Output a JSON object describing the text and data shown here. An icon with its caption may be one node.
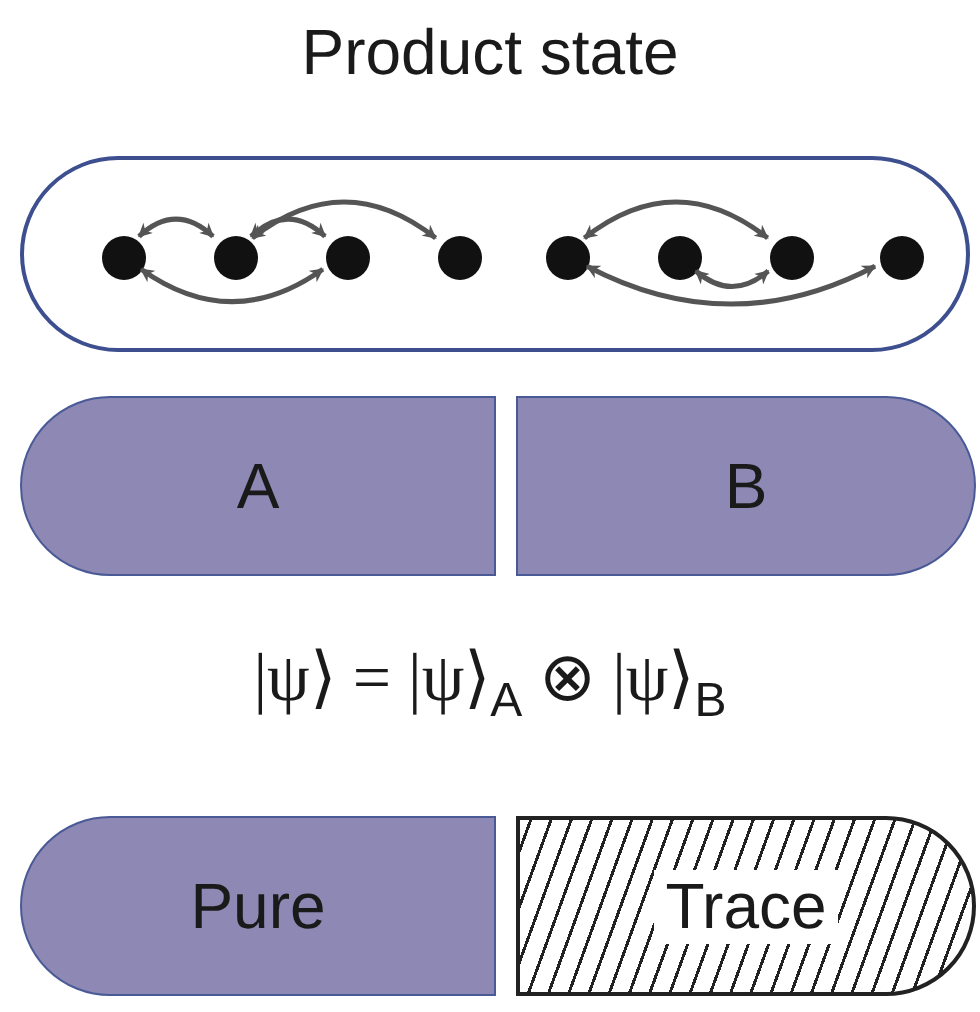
{
  "diagram": {
    "title": "Product state",
    "nodes": [
      {
        "text": [],
        "shape": "box"
      },
      {
        "text": [],
        "shape": "circle",
        "in": 0
      },
      {
        "text": [],
        "shape": "circle",
        "in": 0
      },
      {
        "text": [],
        "shape": "circle",
        "in": 0
      },
      {
        "text": [],
        "shape": "circle",
        "in": 0
      },
      {
        "text": [],
        "shape": "circle",
        "in": 0
      },
      {
        "text": [],
        "shape": "circle",
        "in": 0
      },
      {
        "text": [],
        "shape": "circle",
        "in": 0
      },
      {
        "text": [],
        "shape": "circle",
        "in": 0
      },
      {
        "text": [
          "A"
        ]
      },
      {
        "text": [
          "B"
        ]
      },
      {
        "text": [
          "Pure"
        ]
      },
      {
        "text": [
          "Trace"
        ]
      }
    ],
    "edges": [
      {
        "from": 1,
        "to": 2,
        "arrow": "both"
      },
      {
        "from": 2,
        "to": 3,
        "arrow": "both"
      },
      {
        "from": 2,
        "to": 4,
        "arrow": "both"
      },
      {
        "from": 1,
        "to": 3,
        "arrow": "both"
      },
      {
        "from": 5,
        "to": 7,
        "arrow": "both"
      },
      {
        "from": 6,
        "to": 7,
        "arrow": "both"
      },
      {
        "from": 5,
        "to": 8,
        "arrow": "both"
      }
    ],
    "labels": [
      "|ψ⟩ = |ψ⟩$_{A}$ ⊗ |ψ⟩$_{B}$"
    ]
  }
}
